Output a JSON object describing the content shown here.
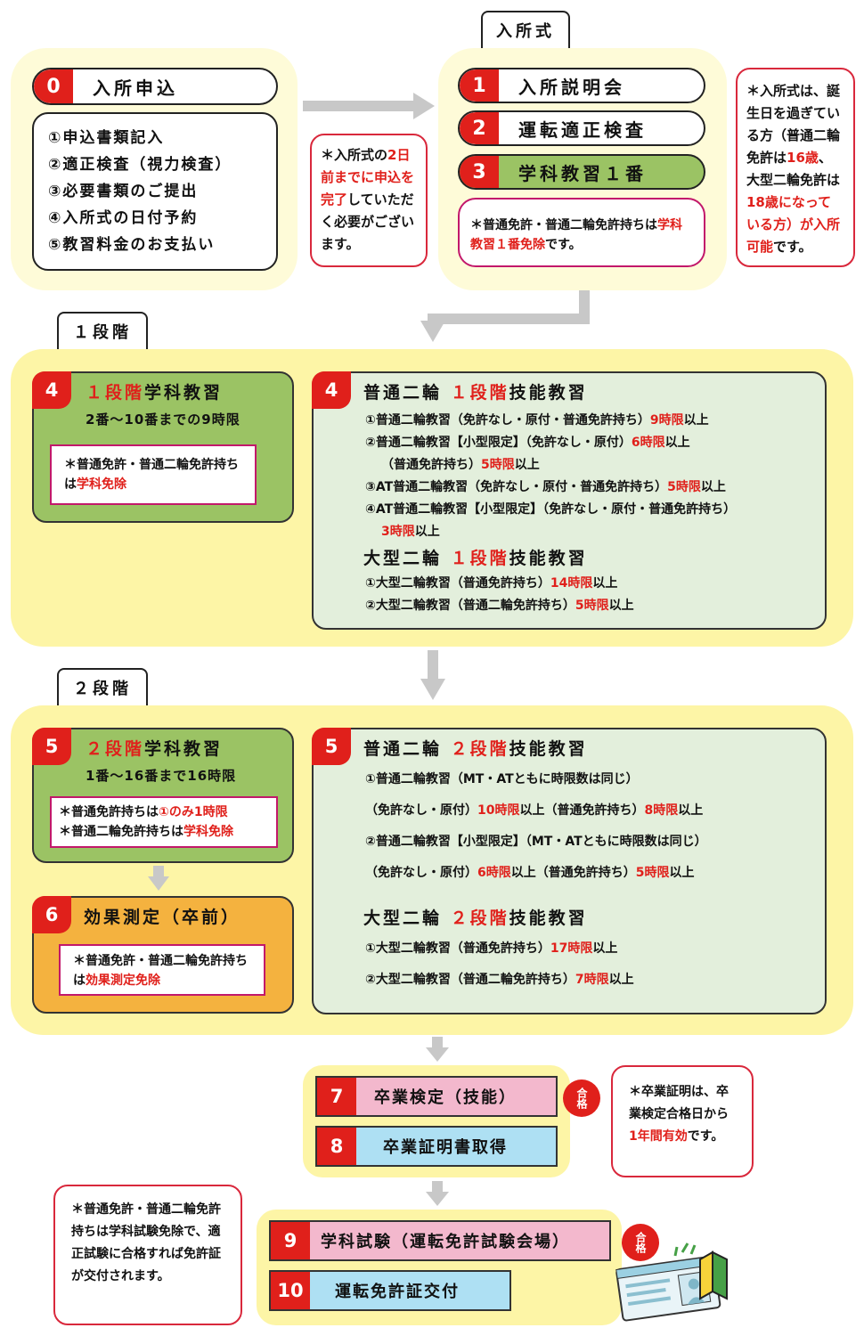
{
  "entry_tab": "入所式",
  "step0": {
    "num": "0",
    "label": "入所申込",
    "items": [
      "①申込書類記入",
      "②適正検査（視力検査）",
      "③必要書類のご提出",
      "④入所式の日付予約",
      "⑤教習料金のお支払い"
    ]
  },
  "note_apply": {
    "p1": "＊入所式の",
    "r1": "2日前までに申込を完了",
    "p2": "していただく必要がございます。"
  },
  "steps_entry": [
    {
      "num": "1",
      "label": "入所説明会"
    },
    {
      "num": "2",
      "label": "運転適正検査"
    },
    {
      "num": "3",
      "label": "学科教習１番"
    }
  ],
  "note_entry": {
    "p1": "＊普通免許・普通二輪免許持ちは",
    "r1": "学科教習１番免除",
    "p2": "です。"
  },
  "note_age": {
    "p1": "＊入所式は、誕生日を過ぎている方（普通二輪免許は",
    "r1": "16歳",
    "p2": "、大型二輪免許は",
    "r2": "18歳になっている方）が入所可能",
    "p3": "です。"
  },
  "stage1": {
    "tab": "１段階",
    "academic": {
      "num": "4",
      "red": "１段階",
      "title": "学科教習",
      "sub": "2番〜10番までの9時限",
      "note_p": "＊普通免許・普通二輪免許持ちは",
      "note_r": "学科免除"
    },
    "skill": {
      "num": "4",
      "h_normal_a": "普通二輪",
      "h_normal_red": "１段階",
      "h_normal_b": "技能教習",
      "lines": [
        {
          "t": "①普通二輪教習（免許なし・原付・普通免許持ち）",
          "r": "9時限",
          "s": "以上"
        },
        {
          "t": "②普通二輪教習【小型限定】（免許なし・原付）",
          "r": "6時限",
          "s": "以上"
        },
        {
          "t": "（普通免許持ち）",
          "r": "5時限",
          "s": "以上"
        },
        {
          "t": "③AT普通二輪教習（免許なし・原付・普通免許持ち）",
          "r": "5時限",
          "s": "以上"
        },
        {
          "t": "④AT普通二輪教習【小型限定】（免許なし・原付・普通免許持ち）",
          "r": "",
          "s": ""
        },
        {
          "t": "",
          "r": "3時限",
          "s": "以上"
        }
      ],
      "h_large_a": "大型二輪",
      "h_large_red": "１段階",
      "h_large_b": "技能教習",
      "large_lines": [
        {
          "t": "①大型二輪教習（普通免許持ち）",
          "r": "14時限",
          "s": "以上"
        },
        {
          "t": "②大型二輪教習（普通二輪免許持ち）",
          "r": "5時限",
          "s": "以上"
        }
      ]
    }
  },
  "stage2": {
    "tab": "２段階",
    "academic": {
      "num": "5",
      "red": "２段階",
      "title": "学科教習",
      "sub": "1番〜16番まで16時限",
      "n1_p": "＊普通免許持ちは",
      "n1_r": "①のみ1時限",
      "n2_p": "＊普通二輪免許持ちは",
      "n2_r": "学科免除"
    },
    "effect": {
      "num": "6",
      "title": "効果測定（卒前）",
      "note_p": "＊普通免許・普通二輪免許持ちは",
      "note_r": "効果測定免除"
    },
    "skill": {
      "num": "5",
      "h_normal_a": "普通二輪",
      "h_normal_red": "２段階",
      "h_normal_b": "技能教習",
      "lines": [
        {
          "t": "①普通二輪教習（MT・ATともに時限数は同じ）",
          "r": "",
          "s": "",
          "r2": "",
          "s2": ""
        },
        {
          "t": "（免許なし・原付）",
          "r": "10時限",
          "s": "以上（普通免許持ち）",
          "r2": "8時限",
          "s2": "以上"
        },
        {
          "t": "②普通二輪教習【小型限定】（MT・ATともに時限数は同じ）",
          "r": "",
          "s": "",
          "r2": "",
          "s2": ""
        },
        {
          "t": "（免許なし・原付）",
          "r": "6時限",
          "s": "以上（普通免許持ち）",
          "r2": "5時限",
          "s2": "以上"
        }
      ],
      "h_large_a": "大型二輪",
      "h_large_red": "２段階",
      "h_large_b": "技能教習",
      "large_lines": [
        {
          "t": "①大型二輪教習（普通免許持ち）",
          "r": "17時限",
          "s": "以上"
        },
        {
          "t": "②大型二輪教習（普通二輪免許持ち）",
          "r": "7時限",
          "s": "以上"
        }
      ]
    }
  },
  "graduation": [
    {
      "num": "7",
      "label": "卒業検定（技能）"
    },
    {
      "num": "8",
      "label": "卒業証明書取得"
    }
  ],
  "pass_badge": "合格",
  "note_cert": {
    "p1": "＊卒業証明は、卒業検定合格日から",
    "r1": "1年間有効",
    "p2": "です。"
  },
  "final": [
    {
      "num": "9",
      "label": "学科試験（運転免許試験会場）"
    },
    {
      "num": "10",
      "label": "運転免許証交付"
    }
  ],
  "note_final": "＊普通免許・普通二輪免許持ちは学科試験免除で、適正試験に合格すれば免許証が交付されます。",
  "colors": {
    "accent_red": "#e0201b",
    "panel_yellow": "#fdf5a6",
    "inner_cream": "#fefbd8",
    "green": "#9bc364",
    "light_green": "#e3efdc",
    "orange": "#f4b23f",
    "pink": "#f3b8cd",
    "blue": "#aee0f3"
  }
}
